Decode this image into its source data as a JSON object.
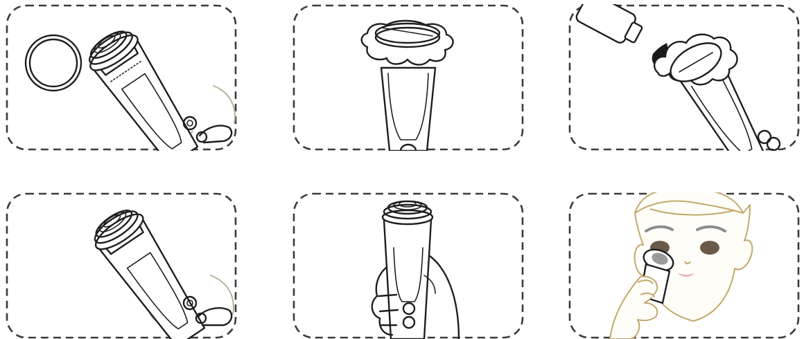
{
  "colors": {
    "line": "#1e1e1e",
    "frame": "#3a3a3a",
    "hand": "#b9b29a",
    "skin_outline": "#c2a86a",
    "eyes": "#6b5a48",
    "lips": "#e8b4b4",
    "cleanser": "#1a1a1a"
  },
  "panels": [
    {
      "row": 1,
      "col": 1,
      "depicts": "remove-cap-ring-device-diagonal-hand-press-button",
      "icons": [
        "ring-cap-icon",
        "device-icon",
        "hand-icon",
        "button-icon"
      ]
    },
    {
      "row": 1,
      "col": 2,
      "depicts": "device-upright-foam-on-head",
      "icons": [
        "device-icon",
        "foam-icon"
      ]
    },
    {
      "row": 1,
      "col": 3,
      "depicts": "apply-cleanser-drop-from-tube",
      "icons": [
        "tube-icon",
        "drop-icon",
        "foam-icon",
        "device-icon"
      ]
    },
    {
      "row": 2,
      "col": 1,
      "depicts": "press-power-button",
      "icons": [
        "device-icon",
        "hand-icon",
        "button-icon"
      ]
    },
    {
      "row": 2,
      "col": 2,
      "depicts": "hold-device-upright",
      "icons": [
        "device-icon",
        "hand-icon",
        "button-icon"
      ]
    },
    {
      "row": 2,
      "col": 3,
      "depicts": "use-device-on-face",
      "icons": [
        "face-icon",
        "device-icon",
        "hand-icon"
      ]
    }
  ]
}
